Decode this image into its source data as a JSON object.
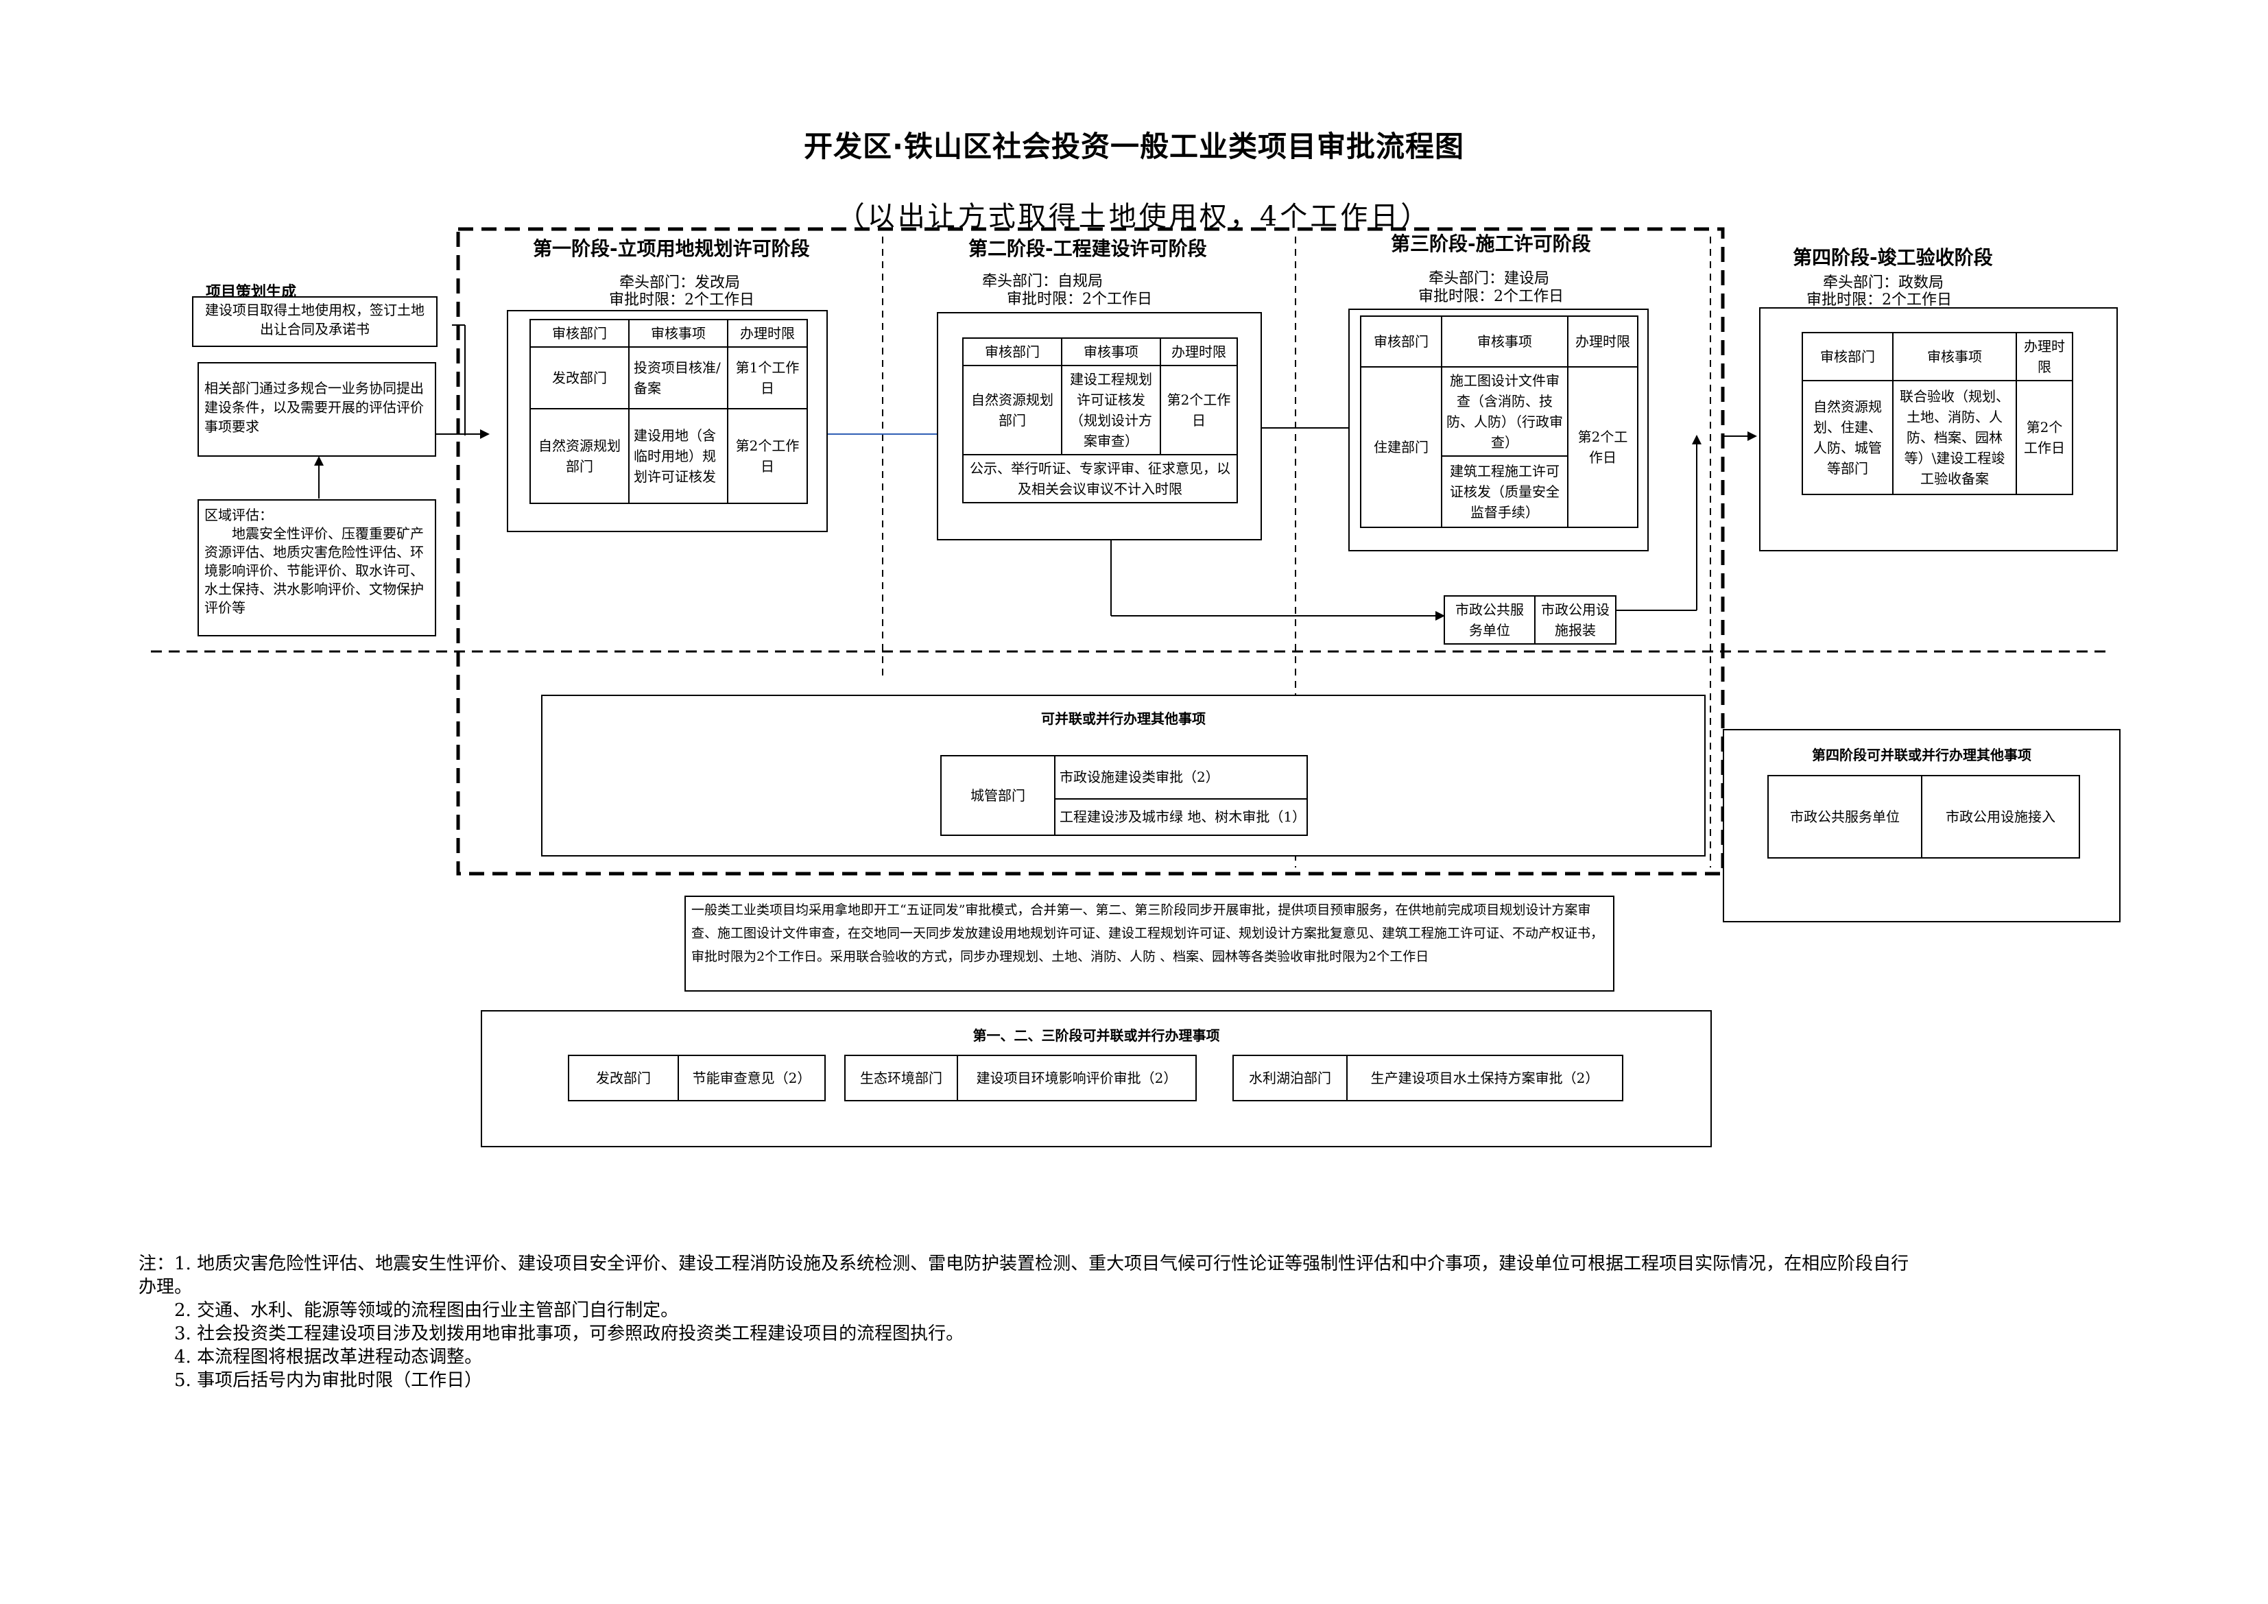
{
  "header": {
    "title": "开发区·铁山区社会投资一般工业类项目审批流程图",
    "subtitle": "（以出让方式取得土地使用权，4个工作日）"
  },
  "left": {
    "project_label": "项目策划生成",
    "land_box": "建设项目取得土地使用权，签订土地出让合同及承诺书",
    "coord_box": "相关部门通过多规合一业务协同提出建设条件，以及需要开展的评估评价事项要求",
    "region_title": "区域评估：",
    "region_text": "地震安全性评价、压覆重要矿产资源评估、地质灾害危险性评估、环境影响评价、节能评价、取水许可、水土保持、洪水影响评价、文物保护评价等"
  },
  "stage1": {
    "title": "第一阶段-立项用地规划许可阶段",
    "lead": "牵头部门：发改局",
    "time": "审批时限：2个工作日",
    "headers": [
      "审核部门",
      "审核事项",
      "办理时限"
    ],
    "rows": [
      {
        "dept": "发改部门",
        "item": "投资项目核准/备案",
        "time": "第1个工作日"
      },
      {
        "dept": "自然资源规划部门",
        "item": "建设用地（含临时用地）规划许可证核发",
        "time": "第2个工作日"
      }
    ]
  },
  "stage2": {
    "title": "第二阶段-工程建设许可阶段",
    "lead": "牵头部门：自规局",
    "time": "审批时限：2个工作日",
    "headers": [
      "审核部门",
      "审核事项",
      "办理时限"
    ],
    "dept": "自然资源规划部门",
    "item": "建设工程规划许可证核发（规划设计方案审查）",
    "limit": "第2个工作日",
    "note": "公示、举行听证、专家评审、征求意见，以及相关会议审议不计入时限"
  },
  "stage3": {
    "title": "第三阶段-施工许可阶段",
    "lead": "牵头部门：建设局",
    "time": "审批时限：2个工作日",
    "headers": [
      "审核部门",
      "审核事项",
      "办理时限"
    ],
    "dept": "住建部门",
    "item1": "施工图设计文件审查（含消防、技防、人防）（行政审查）",
    "item2": "建筑工程施工许可证核发（质量安全监督手续）",
    "limit": "第2个工作日"
  },
  "stage4": {
    "title": "第四阶段-竣工验收阶段",
    "lead": "牵头部门：政数局",
    "time": "审批时限：2个工作日",
    "headers": [
      "审核部门",
      "审核事项",
      "办理时限"
    ],
    "dept": "自然资源规划、住建、人防、城管等部门",
    "item": "联合验收（规划、土地、消防、人防、档案、园林等）\\建设工程竣工验收备案",
    "limit": "第2个工作日"
  },
  "utility": {
    "cell1": "市政公共服务单位",
    "cell2": "市政公用设施报装"
  },
  "parallel": {
    "title": "可并联或并行办理其他事项",
    "dept": "城管部门",
    "item1": "市政设施建设类审批（2）",
    "item2": "工程建设涉及城市绿 地、树木审批（1）"
  },
  "stage4_parallel": {
    "title": "第四阶段可并联或并行办理其他事项",
    "cell1": "市政公共服务单位",
    "cell2": "市政公用设施接入"
  },
  "description": "一般类工业类项目均采用拿地即开工“五证同发”审批模式，合并第一、第二、第三阶段同步开展审批，提供项目预审服务，在供地前完成项目规划设计方案审查、施工图设计文件审查，在交地同一天同步发放建设用地规划许可证、建设工程规划许可证、规划设计方案批复意见、建筑工程施工许可证、不动产权证书，审批时限为2个工作日。采用联合验收的方式，同步办理规划、土地、消防、人防 、档案、园林等各类验收审批时限为2个工作日",
  "bottom": {
    "title": "第一、二、三阶段可并联或并行办理事项",
    "groups": [
      {
        "dept": "发改部门",
        "item": "节能审查意见（2）"
      },
      {
        "dept": "生态环境部门",
        "item": "建设项目环境影响评价审批（2）"
      },
      {
        "dept": "水利湖泊部门",
        "item": "生产建设项目水土保持方案审批（2）"
      }
    ]
  },
  "notes": [
    "注：1. 地质灾害危险性评估、地震安生性评价、建设项目安全评价、建设工程消防设施及系统检测、雷电防护装置检测、重大项目气候可行性论证等强制性评估和中介事项，建设单位可根据工程项目实际情况，在相应阶段自行",
    "办理。",
    "2. 交通、水利、能源等领域的流程图由行业主管部门自行制定。",
    "3. 社会投资类工程建设项目涉及划拨用地审批事项，可参照政府投资类工程建设项目的流程图执行。",
    "4. 本流程图将根据改革进程动态调整。",
    "5. 事项后括号内为审批时限（工作日）"
  ]
}
